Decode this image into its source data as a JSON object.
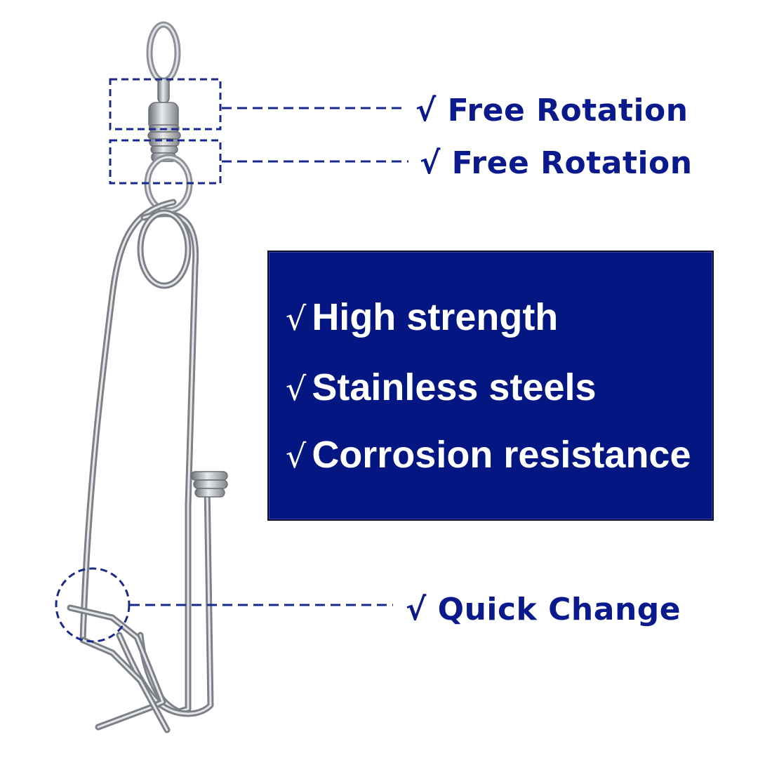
{
  "callouts": [
    {
      "label": "√ Free Rotation"
    },
    {
      "label": "√ Free Rotation"
    },
    {
      "label": "√ Quick Change"
    }
  ],
  "features": [
    {
      "check": "√",
      "label": "High strength"
    },
    {
      "check": "√",
      "label": "Stainless steels"
    },
    {
      "check": "√",
      "label": "Corrosion resistance"
    }
  ],
  "colors": {
    "accent": "#0a1a8c",
    "panel": "#031682",
    "metal": "#9ea2a8",
    "metal_dark": "#6c7076",
    "dash": "#1a2a8c"
  },
  "icons": {
    "product": "longline-snap-clip-with-swivel"
  }
}
